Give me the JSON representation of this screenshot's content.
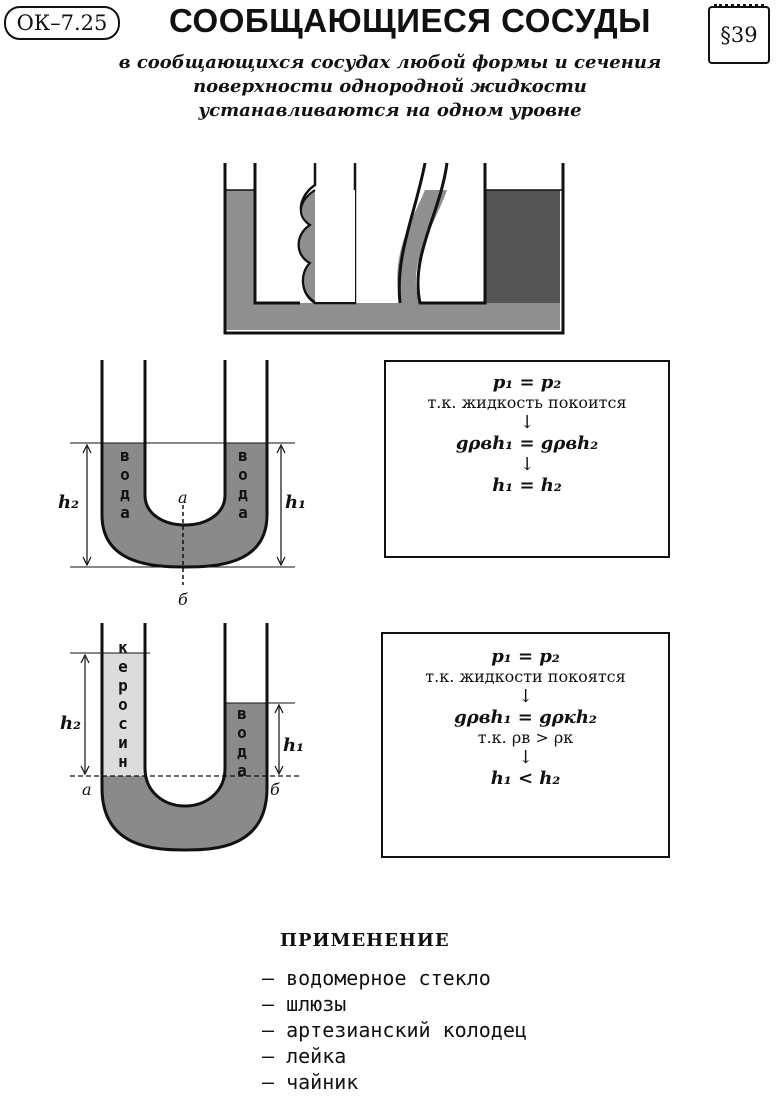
{
  "header": {
    "code": "ОК–7.25",
    "title": "СООБЩАЮЩИЕСЯ СОСУДЫ",
    "paragraph": "§39"
  },
  "subtitle": {
    "line1": "в сообщающихся сосудах любой формы и сечения",
    "line2": "поверхности однородной жидкости",
    "line3": "устанавливаются на одном уровне"
  },
  "diagram1": {
    "label_h2": "h₂",
    "label_h1": "h₁",
    "label_a": "а",
    "label_b": "б",
    "left_liquid": "вода",
    "right_liquid": "вода"
  },
  "box1": {
    "eq1": "p₁ = p₂",
    "reason": "т.к. жидкость покоится",
    "arrow1": "↓",
    "eq2": "gρвh₁ = gρвh₂",
    "arrow2": "↓",
    "result": "h₁ = h₂"
  },
  "diagram2": {
    "label_h2": "h₂",
    "label_h1": "h₁",
    "label_a": "а",
    "label_b": "б",
    "left_liquid": "керосин",
    "right_liquid": "вода"
  },
  "box2": {
    "eq1": "p₁ = p₂",
    "reason": "т.к. жидкости покоятся",
    "arrow1": "↓",
    "eq2": "gρвh₁ = gρкh₂",
    "condition": "т.к. ρв > ρк",
    "arrow2": "↓",
    "result": "h₁ < h₂"
  },
  "application": {
    "title": "ПРИМЕНЕНИЕ",
    "items": [
      "– водомерное стекло",
      "– шлюзы",
      "– артезианский колодец",
      "– лейка",
      "– чайник"
    ]
  }
}
